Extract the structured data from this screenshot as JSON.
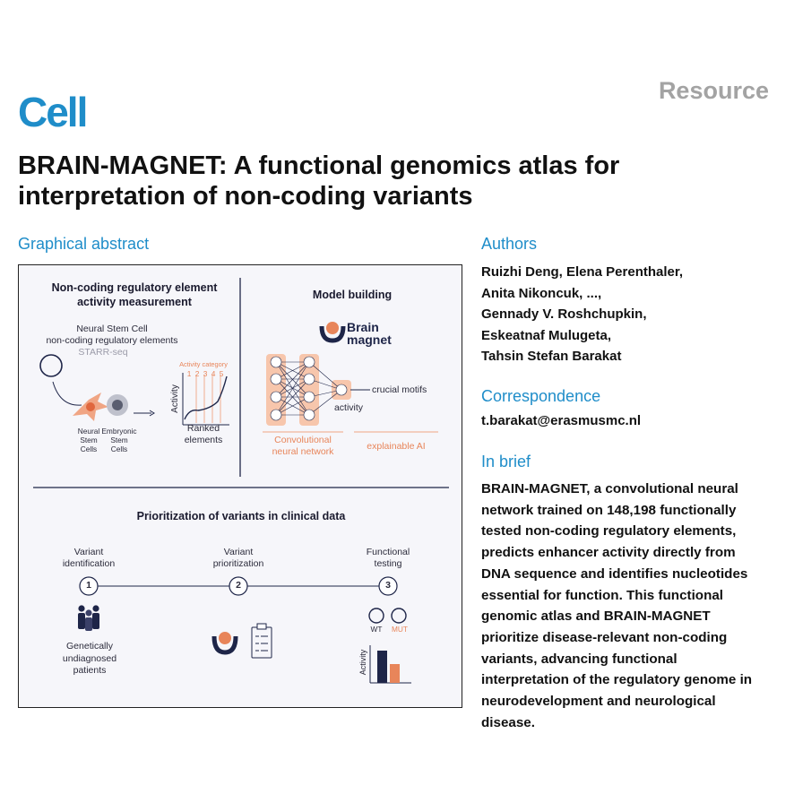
{
  "journal": "Cell",
  "article_type": "Resource",
  "title": "BRAIN-MAGNET: A functional genomics atlas for interpretation of non-coding variants",
  "graphical_abstract": {
    "heading": "Graphical abstract",
    "panel1": {
      "title": "Non-coding regulatory element activity measurement",
      "nsc_label": "Neural Stem Cell",
      "nre_label": "non-coding regulatory elements",
      "starr_label": "STARR-seq",
      "cell1_label": "Neural Stem Cells",
      "cell2_label": "Embryonic Stem Cells",
      "activity_category": "Activity category",
      "categories": [
        "1",
        "2",
        "3",
        "4",
        "5"
      ],
      "y_axis": "Activity",
      "x_axis": "Ranked elements"
    },
    "panel2": {
      "title": "Model building",
      "logo_word1": "Brain",
      "logo_word2": "magnet",
      "activity_label": "activity",
      "motifs_label": "crucial motifs",
      "cnn_label": "Convolutional neural network",
      "xai_label": "explainable AI"
    },
    "panel3": {
      "title": "Prioritization of variants in clinical data",
      "steps": [
        {
          "number": "1",
          "label": "Variant identification"
        },
        {
          "number": "2",
          "label": "Variant prioritization"
        },
        {
          "number": "3",
          "label": "Functional testing"
        }
      ],
      "patients_label": "Genetically undiagnosed patients",
      "wt_label": "WT",
      "mut_label": "MUT",
      "activity_label": "Activity"
    },
    "colors": {
      "navy": "#1e2548",
      "orange": "#e8855a",
      "blue": "#1f8dc9"
    }
  },
  "authors": {
    "heading": "Authors",
    "lines": [
      "Ruizhi Deng, Elena Perenthaler,",
      "Anita Nikoncuk, ...,",
      "Gennady V. Roshchupkin,",
      "Eskeatnaf Mulugeta,",
      "Tahsin Stefan Barakat"
    ]
  },
  "correspondence": {
    "heading": "Correspondence",
    "email": "t.barakat@erasmusmc.nl"
  },
  "in_brief": {
    "heading": "In brief",
    "lines": [
      "BRAIN-MAGNET, a convolutional neural",
      "network trained on 148,198 functionally",
      "tested non-coding regulatory elements,",
      "predicts enhancer activity directly from",
      "DNA sequence and identifies nucleotides",
      "essential for function. This functional",
      "genomic atlas and BRAIN-MAGNET",
      "prioritize disease-relevant non-coding",
      "variants, advancing functional",
      "interpretation of the regulatory genome in",
      "neurodevelopment and neurological",
      "disease."
    ]
  }
}
